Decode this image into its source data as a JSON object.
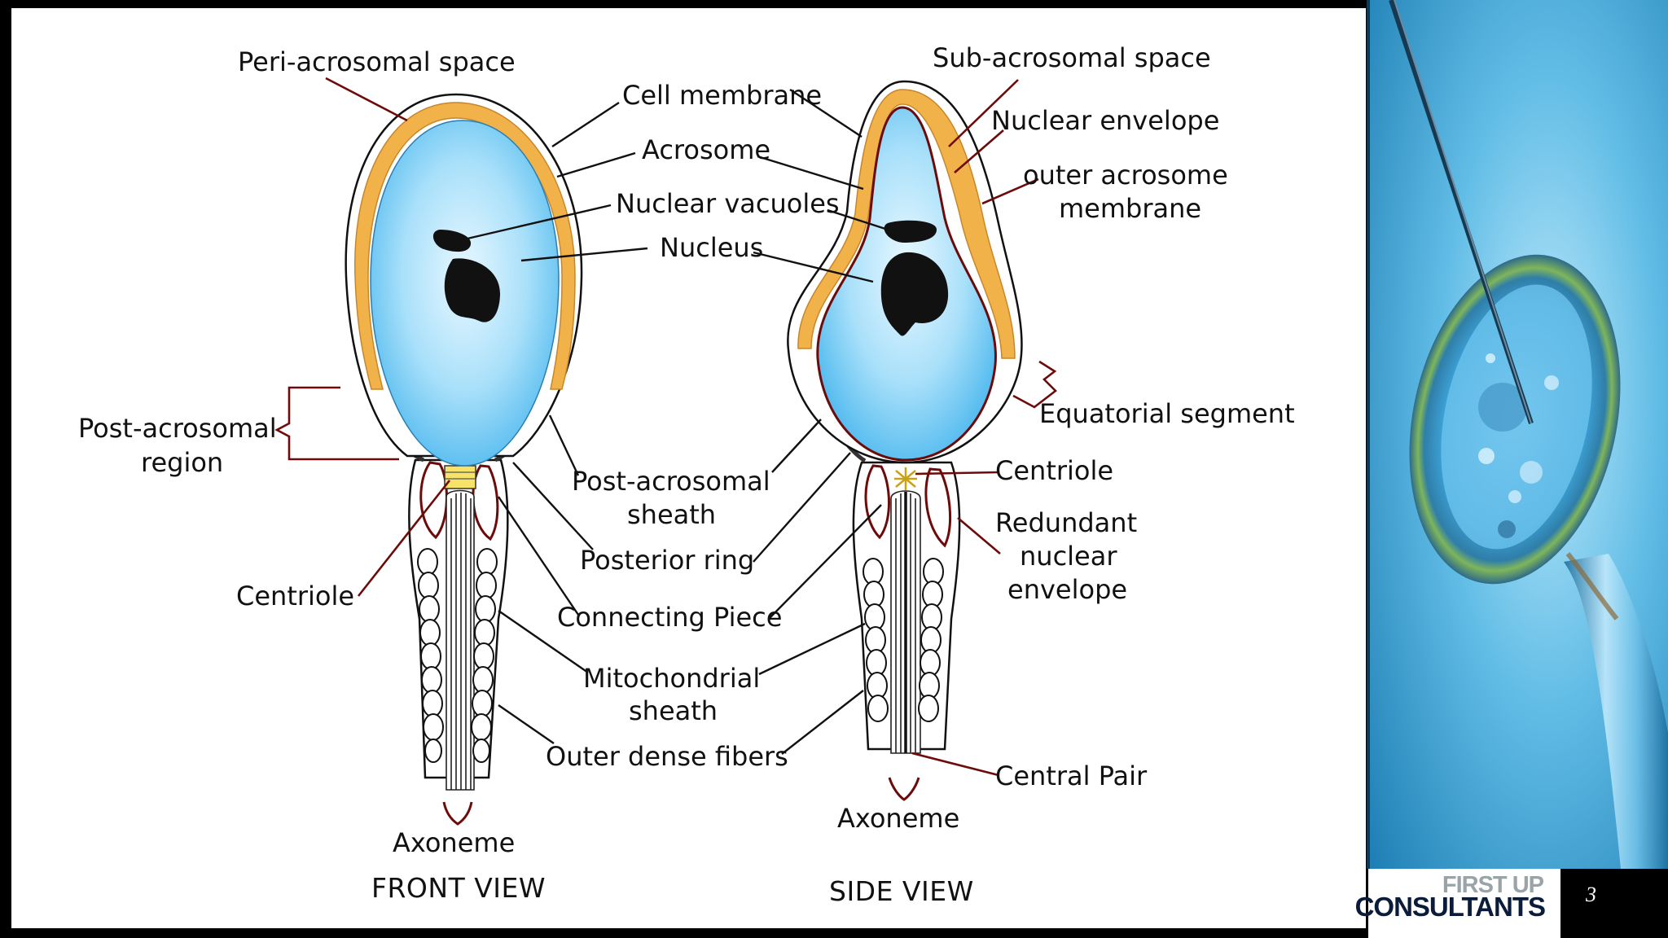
{
  "colors": {
    "nucleus_blue": "#5cc2f2",
    "acrosome_orange": "#f2b24a",
    "membrane_red": "#6d0a0a",
    "brand_gray": "#9aa3a8",
    "brand_navy": "#0b1c3a",
    "photo_blue": "#2b8fc4"
  },
  "labels": {
    "peri_acrosomal_space": "Peri-acrosomal space",
    "cell_membrane": "Cell membrane",
    "acrosome": "Acrosome",
    "nuclear_vacuoles": "Nuclear vacuoles",
    "nucleus": "Nucleus",
    "sub_acrosomal_space": "Sub-acrosomal space",
    "nuclear_envelope": "Nuclear envelope",
    "outer_acrosome_membrane_1": "outer acrosome",
    "outer_acrosome_membrane_2": "membrane",
    "post_acrosomal_region_1": "Post-acrosomal",
    "post_acrosomal_region_2": "region",
    "equatorial_segment": "Equatorial segment",
    "post_acrosomal_sheath_1": "Post-acrosomal",
    "post_acrosomal_sheath_2": "sheath",
    "centriole_side": "Centriole",
    "redundant_nuclear_envelope_1": "Redundant",
    "redundant_nuclear_envelope_2": "nuclear",
    "redundant_nuclear_envelope_3": "envelope",
    "posterior_ring": "Posterior ring",
    "centriole_front": "Centriole",
    "connecting_piece": "Connecting Piece",
    "mitochondrial_sheath_1": "Mitochondrial",
    "mitochondrial_sheath_2": "sheath",
    "outer_dense_fibers": "Outer dense fibers",
    "central_pair": "Central Pair",
    "axoneme_front": "Axoneme",
    "axoneme_side": "Axoneme",
    "front_view": "FRONT VIEW",
    "side_view": "SIDE VIEW"
  },
  "brand": {
    "line1": "FIRST UP",
    "line2": "CONSULTANTS"
  },
  "slide_number": "3",
  "photo": {
    "icons": [
      "micropipette-icon",
      "egg-cell-icon",
      "holding-pipette-icon"
    ]
  }
}
